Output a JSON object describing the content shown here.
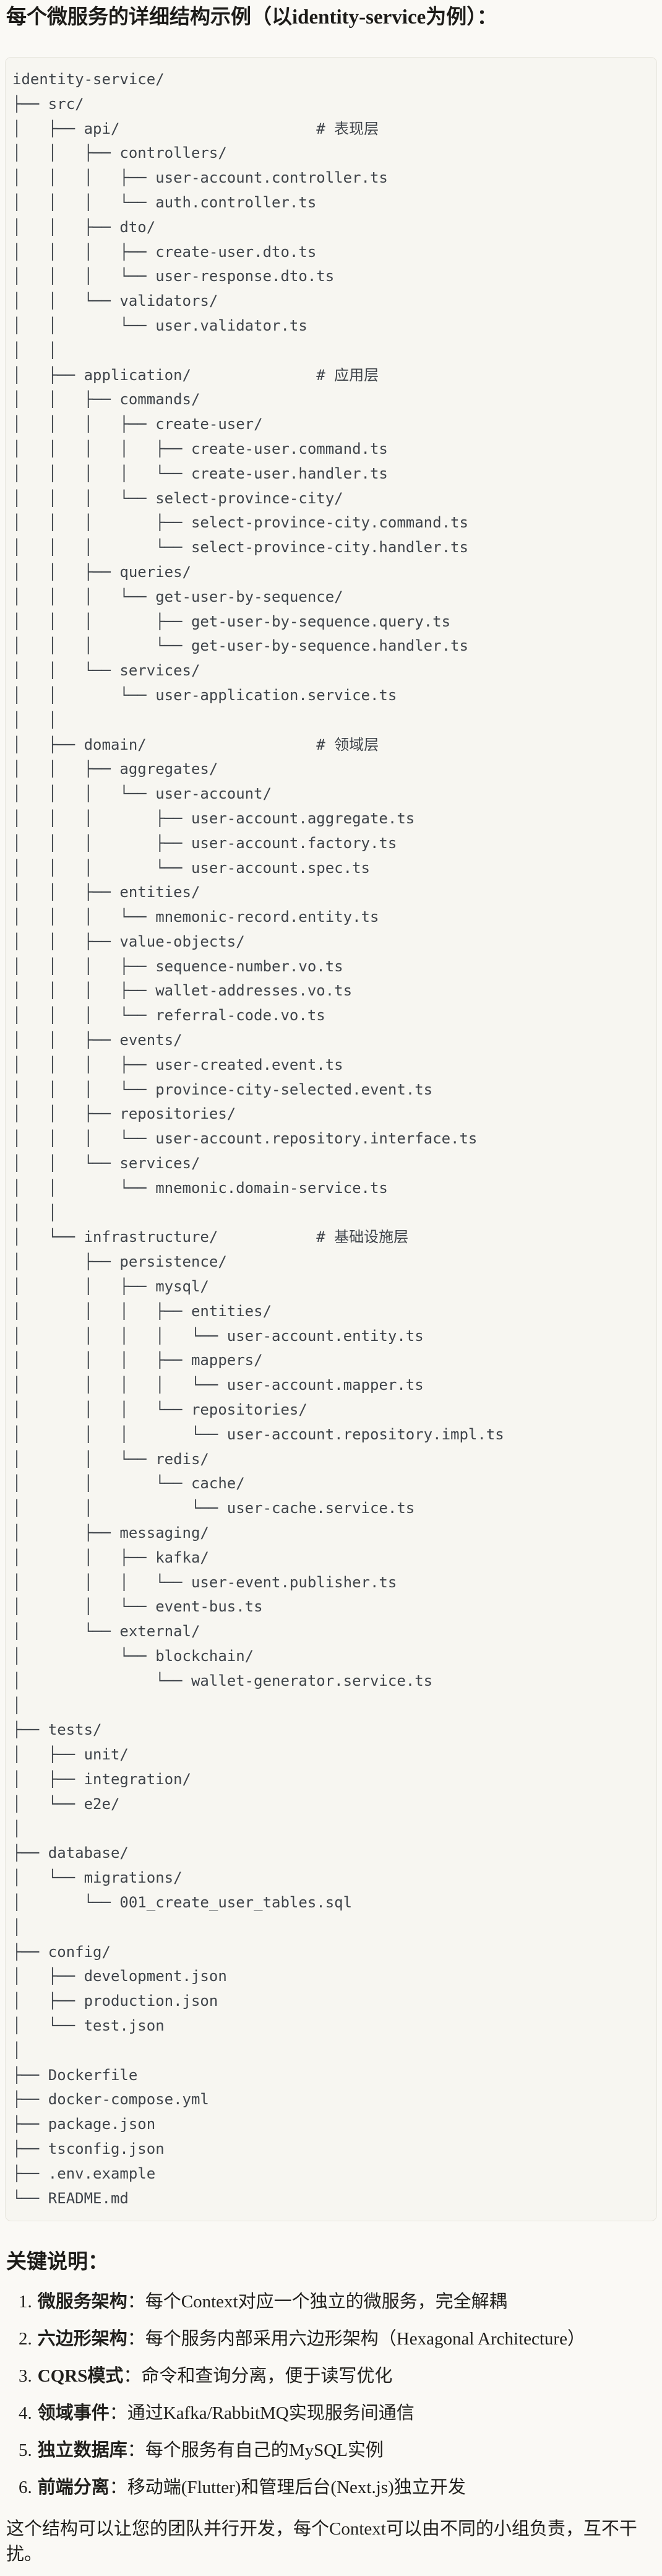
{
  "page": {
    "title": "每个微服务的详细结构示例（以identity-service为例）：",
    "colors": {
      "page_bg": "#faf9f5",
      "code_block_bg": "#f7f6f1",
      "code_block_border": "#e7e5dd",
      "tree_text": "#3f444a"
    },
    "tree": {
      "lines": [
        "identity-service/",
        "├── src/",
        "│   ├── api/                      # 表现层",
        "│   │   ├── controllers/",
        "│   │   │   ├── user-account.controller.ts",
        "│   │   │   └── auth.controller.ts",
        "│   │   ├── dto/",
        "│   │   │   ├── create-user.dto.ts",
        "│   │   │   └── user-response.dto.ts",
        "│   │   └── validators/",
        "│   │       └── user.validator.ts",
        "│   │",
        "│   ├── application/              # 应用层",
        "│   │   ├── commands/",
        "│   │   │   ├── create-user/",
        "│   │   │   │   ├── create-user.command.ts",
        "│   │   │   │   └── create-user.handler.ts",
        "│   │   │   └── select-province-city/",
        "│   │   │       ├── select-province-city.command.ts",
        "│   │   │       └── select-province-city.handler.ts",
        "│   │   ├── queries/",
        "│   │   │   └── get-user-by-sequence/",
        "│   │   │       ├── get-user-by-sequence.query.ts",
        "│   │   │       └── get-user-by-sequence.handler.ts",
        "│   │   └── services/",
        "│   │       └── user-application.service.ts",
        "│   │",
        "│   ├── domain/                   # 领域层",
        "│   │   ├── aggregates/",
        "│   │   │   └── user-account/",
        "│   │   │       ├── user-account.aggregate.ts",
        "│   │   │       ├── user-account.factory.ts",
        "│   │   │       └── user-account.spec.ts",
        "│   │   ├── entities/",
        "│   │   │   └── mnemonic-record.entity.ts",
        "│   │   ├── value-objects/",
        "│   │   │   ├── sequence-number.vo.ts",
        "│   │   │   ├── wallet-addresses.vo.ts",
        "│   │   │   └── referral-code.vo.ts",
        "│   │   ├── events/",
        "│   │   │   ├── user-created.event.ts",
        "│   │   │   └── province-city-selected.event.ts",
        "│   │   ├── repositories/",
        "│   │   │   └── user-account.repository.interface.ts",
        "│   │   └── services/",
        "│   │       └── mnemonic.domain-service.ts",
        "│   │",
        "│   └── infrastructure/           # 基础设施层",
        "│       ├── persistence/",
        "│       │   ├── mysql/",
        "│       │   │   ├── entities/",
        "│       │   │   │   └── user-account.entity.ts",
        "│       │   │   ├── mappers/",
        "│       │   │   │   └── user-account.mapper.ts",
        "│       │   │   └── repositories/",
        "│       │   │       └── user-account.repository.impl.ts",
        "│       │   └── redis/",
        "│       │       └── cache/",
        "│       │           └── user-cache.service.ts",
        "│       ├── messaging/",
        "│       │   ├── kafka/",
        "│       │   │   └── user-event.publisher.ts",
        "│       │   └── event-bus.ts",
        "│       └── external/",
        "│           └── blockchain/",
        "│               └── wallet-generator.service.ts",
        "│",
        "├── tests/",
        "│   ├── unit/",
        "│   ├── integration/",
        "│   └── e2e/",
        "│",
        "├── database/",
        "│   └── migrations/",
        "│       └── 001_create_user_tables.sql",
        "│",
        "├── config/",
        "│   ├── development.json",
        "│   ├── production.json",
        "│   └── test.json",
        "│",
        "├── Dockerfile",
        "├── docker-compose.yml",
        "├── package.json",
        "├── tsconfig.json",
        "├── .env.example",
        "└── README.md"
      ]
    },
    "notes": {
      "heading": "关键说明：",
      "items": [
        {
          "num": "1.",
          "term": "微服务架构",
          "sep": "：",
          "desc": "每个Context对应一个独立的微服务，完全解耦"
        },
        {
          "num": "2.",
          "term": "六边形架构",
          "sep": "：",
          "desc": "每个服务内部采用六边形架构（Hexagonal Architecture）"
        },
        {
          "num": "3.",
          "term": "CQRS模式",
          "sep": "：",
          "desc": "命令和查询分离，便于读写优化"
        },
        {
          "num": "4.",
          "term": "领域事件",
          "sep": "：",
          "desc": "通过Kafka/RabbitMQ实现服务间通信"
        },
        {
          "num": "5.",
          "term": "独立数据库",
          "sep": "：",
          "desc": "每个服务有自己的MySQL实例"
        },
        {
          "num": "6.",
          "term": "前端分离",
          "sep": "：",
          "desc": "移动端(Flutter)和管理后台(Next.js)独立开发"
        }
      ],
      "footer": "这个结构可以让您的团队并行开发，每个Context可以由不同的小组负责，互不干扰。"
    }
  }
}
